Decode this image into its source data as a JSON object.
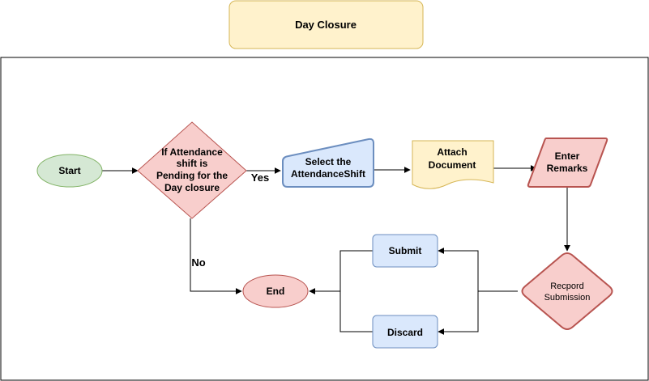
{
  "title": "Day Closure",
  "nodes": {
    "start": "Start",
    "decision": [
      "If Attendance",
      "shift is",
      "Pending for the",
      "Day closure"
    ],
    "select_shift": [
      "Select the",
      "AttendanceShift"
    ],
    "attach_document": [
      "Attach",
      "Document"
    ],
    "enter_remarks": [
      "Enter",
      "Remarks"
    ],
    "record_submission": [
      "Recpord",
      "Submission"
    ],
    "submit": "Submit",
    "discard": "Discard",
    "end": "End"
  },
  "edge_labels": {
    "yes": "Yes",
    "no": "No"
  },
  "colors": {
    "title_fill": "#fff2cc",
    "title_stroke": "#d6b656",
    "green_fill": "#d5e8d4",
    "green_stroke": "#82b366",
    "red_fill": "#f8cecc",
    "red_stroke": "#b85450",
    "blue_fill": "#dae8fc",
    "blue_stroke": "#6c8ebf",
    "doc_fill": "#fff2cc",
    "doc_stroke": "#d6b656"
  }
}
